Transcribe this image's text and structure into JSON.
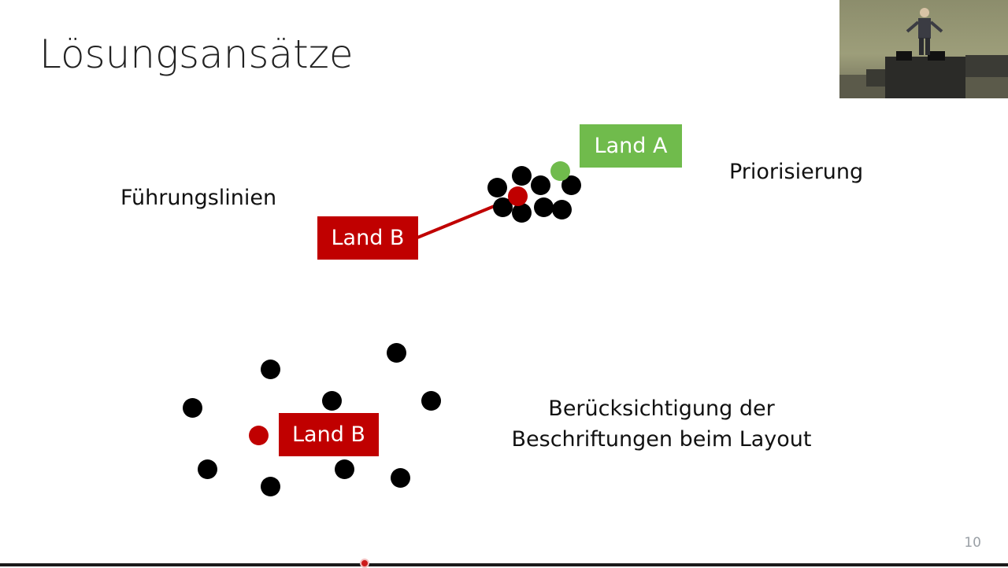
{
  "slide": {
    "title": "Lösungsansätze",
    "page_number": "10"
  },
  "section_leader_lines": {
    "caption": "Führungslinien",
    "label": "Land B",
    "label_color": "#c00000"
  },
  "section_priority": {
    "caption": "Priorisierung",
    "label": "Land A",
    "label_color": "#70bb4c"
  },
  "section_layout": {
    "caption_line1": "Berücksichtigung der",
    "caption_line2": "Beschriftungen beim Layout",
    "label": "Land B",
    "label_color": "#c00000"
  },
  "colors": {
    "dot_default": "#000000",
    "dot_highlight_red": "#c00000",
    "dot_highlight_green": "#70bb4c"
  }
}
